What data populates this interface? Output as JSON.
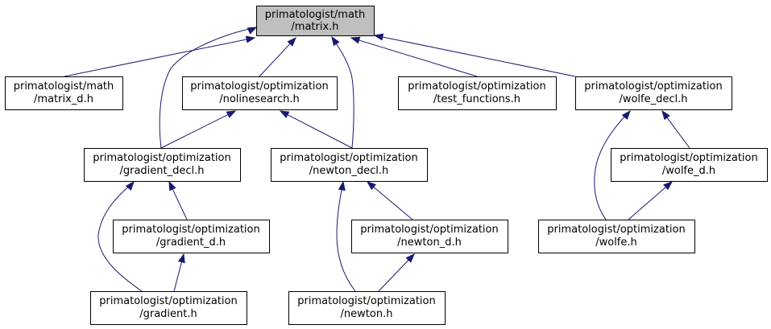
{
  "diagram": {
    "nodes": [
      {
        "id": "matrix_h",
        "line1": "primatologist/math",
        "line2": "/matrix.h",
        "highlighted": true
      },
      {
        "id": "matrix_d_h",
        "line1": "primatologist/math",
        "line2": "/matrix_d.h"
      },
      {
        "id": "nolinesearch_h",
        "line1": "primatologist/optimization",
        "line2": "/nolinesearch.h"
      },
      {
        "id": "test_functions_h",
        "line1": "primatologist/optimization",
        "line2": "/test_functions.h"
      },
      {
        "id": "wolfe_decl_h",
        "line1": "primatologist/optimization",
        "line2": "/wolfe_decl.h"
      },
      {
        "id": "gradient_decl_h",
        "line1": "primatologist/optimization",
        "line2": "/gradient_decl.h"
      },
      {
        "id": "newton_decl_h",
        "line1": "primatologist/optimization",
        "line2": "/newton_decl.h"
      },
      {
        "id": "wolfe_d_h",
        "line1": "primatologist/optimization",
        "line2": "/wolfe_d.h"
      },
      {
        "id": "gradient_d_h",
        "line1": "primatologist/optimization",
        "line2": "/gradient_d.h"
      },
      {
        "id": "newton_d_h",
        "line1": "primatologist/optimization",
        "line2": "/newton_d.h"
      },
      {
        "id": "wolfe_h",
        "line1": "primatologist/optimization",
        "line2": "/wolfe.h"
      },
      {
        "id": "gradient_h",
        "line1": "primatologist/optimization",
        "line2": "/gradient.h"
      },
      {
        "id": "newton_h",
        "line1": "primatologist/optimization",
        "line2": "/newton.h"
      }
    ],
    "edges": [
      {
        "from": "matrix_d_h",
        "to": "matrix_h"
      },
      {
        "from": "nolinesearch_h",
        "to": "matrix_h"
      },
      {
        "from": "test_functions_h",
        "to": "matrix_h"
      },
      {
        "from": "wolfe_decl_h",
        "to": "matrix_h"
      },
      {
        "from": "gradient_decl_h",
        "to": "matrix_h"
      },
      {
        "from": "newton_decl_h",
        "to": "matrix_h"
      },
      {
        "from": "gradient_decl_h",
        "to": "nolinesearch_h"
      },
      {
        "from": "newton_decl_h",
        "to": "nolinesearch_h"
      },
      {
        "from": "wolfe_d_h",
        "to": "wolfe_decl_h"
      },
      {
        "from": "wolfe_h",
        "to": "wolfe_decl_h"
      },
      {
        "from": "gradient_d_h",
        "to": "gradient_decl_h"
      },
      {
        "from": "gradient_h",
        "to": "gradient_decl_h"
      },
      {
        "from": "newton_d_h",
        "to": "newton_decl_h"
      },
      {
        "from": "newton_h",
        "to": "newton_decl_h"
      },
      {
        "from": "wolfe_h",
        "to": "wolfe_d_h"
      },
      {
        "from": "gradient_h",
        "to": "gradient_d_h"
      },
      {
        "from": "newton_h",
        "to": "newton_d_h"
      }
    ],
    "colors": {
      "edge": "#191970",
      "highlighted_fill": "#bfbfbf",
      "node_fill": "#ffffff",
      "border": "#000000"
    }
  }
}
